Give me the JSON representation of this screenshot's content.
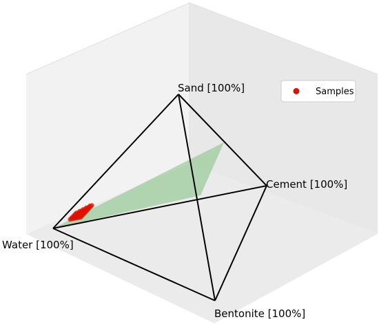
{
  "chart_data": {
    "type": "scatter",
    "projection": "3d-tetrahedron",
    "vertices": [
      {
        "key": "sand",
        "label": "Sand [100%]"
      },
      {
        "key": "cement",
        "label": "Cement [100%]"
      },
      {
        "key": "water",
        "label": "Water [100%]"
      },
      {
        "key": "bentonite",
        "label": "Bentonite [100%]"
      }
    ],
    "legend": {
      "placement": "top-right",
      "entries": [
        {
          "name": "Samples",
          "color": "#dd1100"
        }
      ]
    },
    "plane_color": "#7fbf7f",
    "edge_color": "#000000",
    "pane_color": "#f2f2f2",
    "grid": false,
    "series": [
      {
        "name": "Samples",
        "color": "#dd1100",
        "points_fractions": "sand, cement, water, bentonite",
        "rows": [
          [
            0.05,
            0.05
          ],
          [
            0.05,
            0.06
          ],
          [
            0.05,
            0.07
          ],
          [
            0.05,
            0.08
          ],
          [
            0.05,
            0.09
          ],
          [
            0.05,
            0.1
          ],
          [
            0.06,
            0.05
          ],
          [
            0.06,
            0.06
          ],
          [
            0.06,
            0.07
          ],
          [
            0.06,
            0.08
          ],
          [
            0.06,
            0.09
          ],
          [
            0.06,
            0.1
          ],
          [
            0.07,
            0.05
          ],
          [
            0.07,
            0.06
          ],
          [
            0.07,
            0.07
          ],
          [
            0.07,
            0.08
          ],
          [
            0.07,
            0.09
          ],
          [
            0.07,
            0.1
          ],
          [
            0.08,
            0.05
          ],
          [
            0.08,
            0.06
          ],
          [
            0.08,
            0.07
          ],
          [
            0.08,
            0.08
          ],
          [
            0.08,
            0.09
          ],
          [
            0.08,
            0.1
          ],
          [
            0.09,
            0.05
          ],
          [
            0.09,
            0.06
          ],
          [
            0.09,
            0.07
          ],
          [
            0.09,
            0.08
          ],
          [
            0.09,
            0.09
          ],
          [
            0.09,
            0.1
          ],
          [
            0.1,
            0.05
          ],
          [
            0.1,
            0.06
          ],
          [
            0.1,
            0.07
          ],
          [
            0.1,
            0.08
          ],
          [
            0.1,
            0.09
          ],
          [
            0.1,
            0.1
          ],
          [
            0.11,
            0.06
          ],
          [
            0.11,
            0.07
          ],
          [
            0.11,
            0.08
          ],
          [
            0.11,
            0.09
          ],
          [
            0.11,
            0.1
          ],
          [
            0.12,
            0.07
          ],
          [
            0.12,
            0.08
          ],
          [
            0.12,
            0.09
          ],
          [
            0.12,
            0.1
          ],
          [
            0.13,
            0.08
          ],
          [
            0.13,
            0.09
          ],
          [
            0.13,
            0.1
          ],
          [
            0.14,
            0.09
          ],
          [
            0.14,
            0.1
          ]
        ]
      }
    ]
  }
}
